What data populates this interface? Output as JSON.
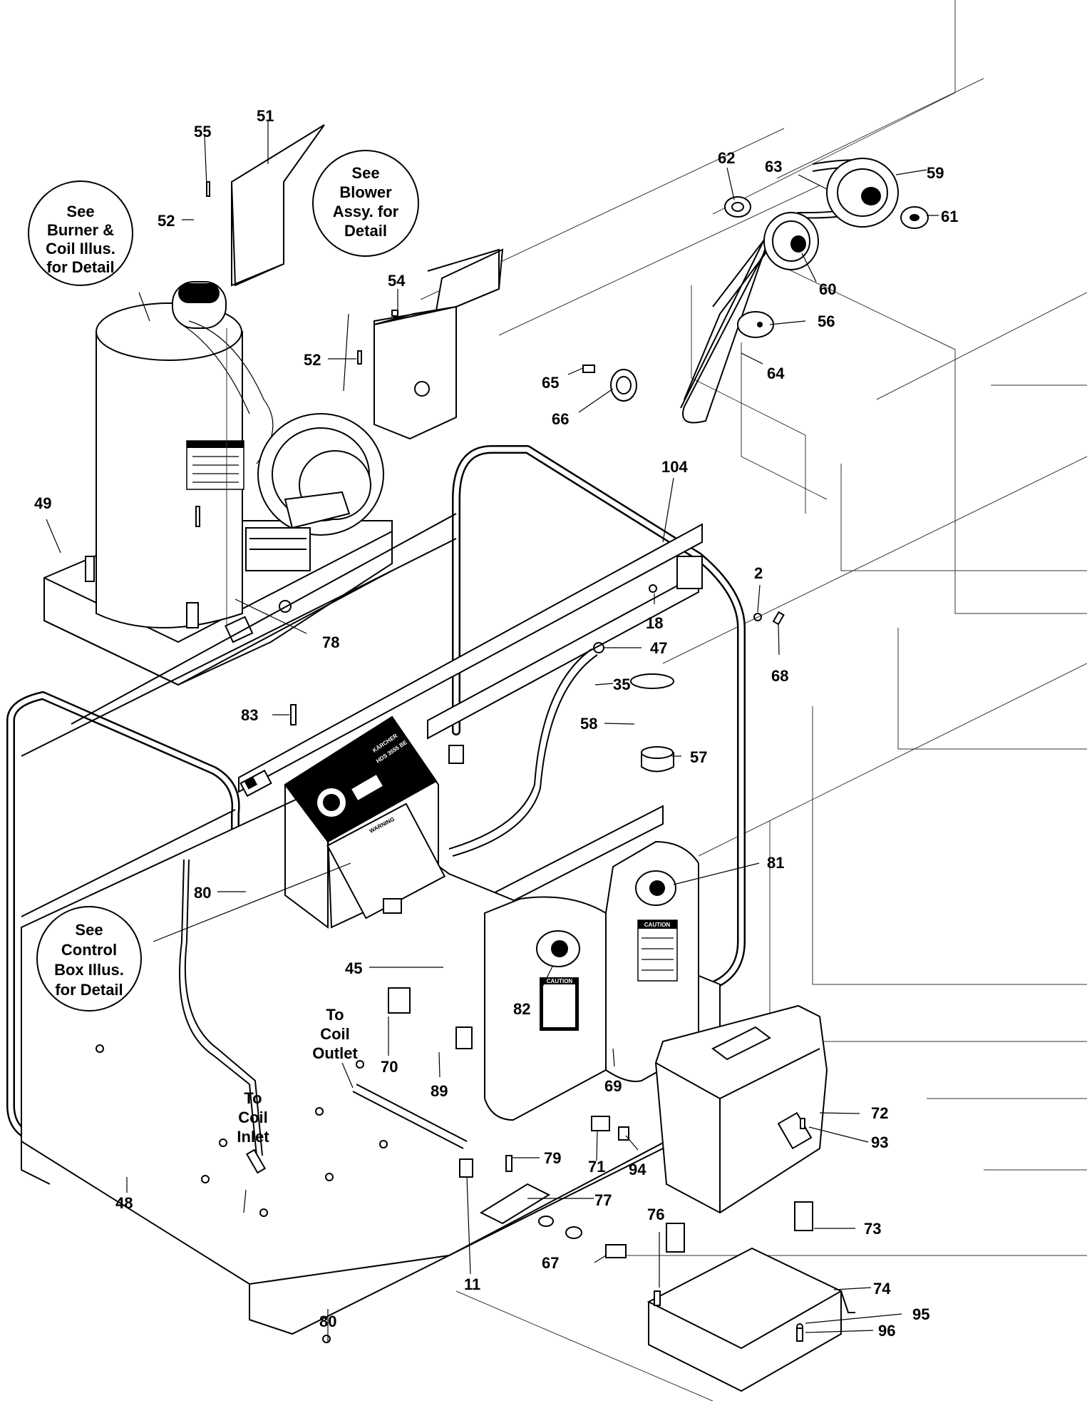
{
  "callouts": [
    {
      "id": "burner",
      "lines": [
        "See",
        "Burner &",
        "Coil Illus.",
        "for Detail"
      ]
    },
    {
      "id": "blower",
      "lines": [
        "See",
        "Blower",
        "Assy. for",
        "Detail"
      ]
    },
    {
      "id": "control",
      "lines": [
        "See",
        "Control",
        "Box Illus.",
        "for Detail"
      ]
    }
  ],
  "annotations": {
    "coil_outlet": [
      "To",
      "Coil",
      "Outlet"
    ],
    "coil_inlet": [
      "To",
      "Coil",
      "Inlet"
    ]
  },
  "decals": {
    "brand": "KÄRCHER",
    "model": "HDS 3555 BE",
    "caution": "CAUTION",
    "warning": "WARNING"
  },
  "parts": [
    {
      "key": "p51",
      "num": "51"
    },
    {
      "key": "p55",
      "num": "55"
    },
    {
      "key": "p52a",
      "num": "52"
    },
    {
      "key": "p54",
      "num": "54"
    },
    {
      "key": "p52b",
      "num": "52"
    },
    {
      "key": "p62",
      "num": "62"
    },
    {
      "key": "p63",
      "num": "63"
    },
    {
      "key": "p59",
      "num": "59"
    },
    {
      "key": "p61",
      "num": "61"
    },
    {
      "key": "p60",
      "num": "60"
    },
    {
      "key": "p56",
      "num": "56"
    },
    {
      "key": "p65",
      "num": "65"
    },
    {
      "key": "p64",
      "num": "64"
    },
    {
      "key": "p66",
      "num": "66"
    },
    {
      "key": "p104",
      "num": "104"
    },
    {
      "key": "p49",
      "num": "49"
    },
    {
      "key": "p2",
      "num": "2"
    },
    {
      "key": "p18",
      "num": "18"
    },
    {
      "key": "p78",
      "num": "78"
    },
    {
      "key": "p68",
      "num": "68"
    },
    {
      "key": "p47",
      "num": "47"
    },
    {
      "key": "p35",
      "num": "35"
    },
    {
      "key": "p83",
      "num": "83"
    },
    {
      "key": "p58",
      "num": "58"
    },
    {
      "key": "p57",
      "num": "57"
    },
    {
      "key": "p81",
      "num": "81"
    },
    {
      "key": "p80a",
      "num": "80"
    },
    {
      "key": "p45",
      "num": "45"
    },
    {
      "key": "p82",
      "num": "82"
    },
    {
      "key": "p70",
      "num": "70"
    },
    {
      "key": "p89",
      "num": "89"
    },
    {
      "key": "p69",
      "num": "69"
    },
    {
      "key": "p72",
      "num": "72"
    },
    {
      "key": "p93",
      "num": "93"
    },
    {
      "key": "p71",
      "num": "71"
    },
    {
      "key": "p94",
      "num": "94"
    },
    {
      "key": "p79",
      "num": "79"
    },
    {
      "key": "p77",
      "num": "77"
    },
    {
      "key": "p48",
      "num": "48"
    },
    {
      "key": "p76",
      "num": "76"
    },
    {
      "key": "p73",
      "num": "73"
    },
    {
      "key": "p67",
      "num": "67"
    },
    {
      "key": "p11",
      "num": "11"
    },
    {
      "key": "p74",
      "num": "74"
    },
    {
      "key": "p95",
      "num": "95"
    },
    {
      "key": "p96",
      "num": "96"
    },
    {
      "key": "p80b",
      "num": "80"
    }
  ]
}
